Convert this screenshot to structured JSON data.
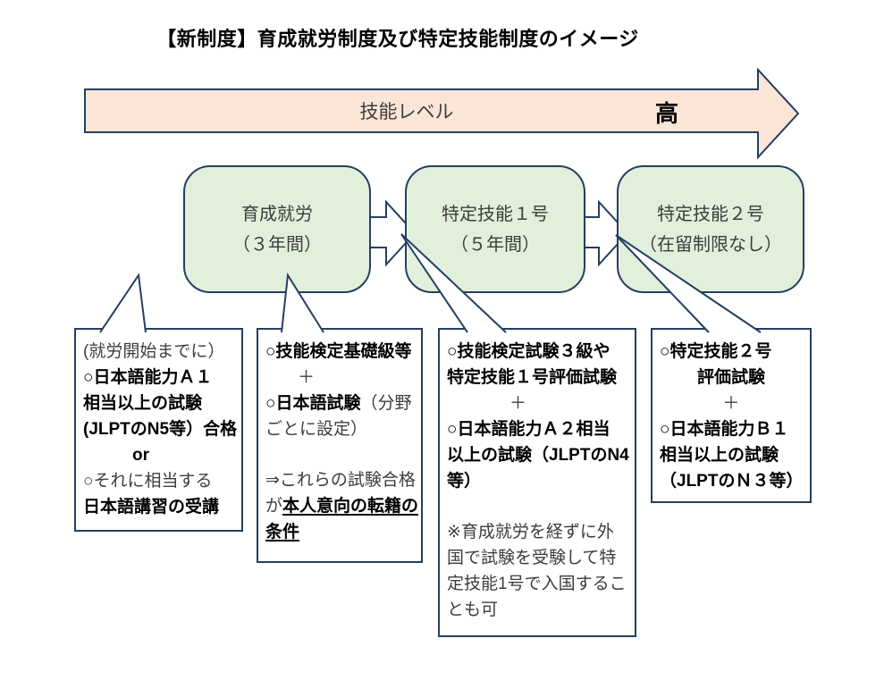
{
  "title": "【新制度】育成就労制度及び特定技能制度のイメージ",
  "skill_arrow": {
    "label": "技能レベル",
    "high": "高"
  },
  "stages": [
    {
      "line1": "育成就労",
      "line2": "（３年間）"
    },
    {
      "line1": "特定技能１号",
      "line2": "（５年間）"
    },
    {
      "line1": "特定技能２号",
      "line2": "（在留制限なし）"
    }
  ],
  "callouts": [
    {
      "name": "就労開始までの日本語要件",
      "lines": [
        {
          "seg": [
            {
              "t": "(就労開始までに）"
            }
          ]
        },
        {
          "seg": [
            {
              "t": "○日本語能力Ａ１",
              "b": true
            }
          ]
        },
        {
          "seg": [
            {
              "t": "相当以上の試験",
              "b": true
            }
          ]
        },
        {
          "seg": [
            {
              "t": "(JLPTのN5等）合格",
              "b": true
            }
          ]
        },
        {
          "cls": "ind55",
          "seg": [
            {
              "t": "or",
              "b": true
            }
          ]
        },
        {
          "seg": [
            {
              "t": "○それに相当する"
            }
          ]
        },
        {
          "seg": [
            {
              "t": "日本語講習の受講",
              "b": true
            }
          ]
        }
      ]
    },
    {
      "name": "転籍条件",
      "lines": [
        {
          "seg": [
            {
              "t": "○技能検定基礎級等",
              "b": true
            }
          ]
        },
        {
          "cls": "ind36",
          "seg": [
            {
              "t": "＋"
            }
          ]
        },
        {
          "seg": [
            {
              "t": "○日本語試験",
              "b": true
            },
            {
              "t": "（分野"
            }
          ]
        },
        {
          "seg": [
            {
              "t": "ごとに設定）"
            }
          ]
        },
        {
          "cls": "gap",
          "seg": [
            {
              "t": "⇒これらの試験合格"
            }
          ]
        },
        {
          "seg": [
            {
              "t": "が"
            },
            {
              "t": "本人意向の転籍の",
              "b": true,
              "u": true
            }
          ]
        },
        {
          "seg": [
            {
              "t": "条件",
              "b": true,
              "u": true
            }
          ]
        }
      ]
    },
    {
      "name": "特定技能1号への移行要件",
      "lines": [
        {
          "seg": [
            {
              "t": "○技能検定試験３級や",
              "b": true
            }
          ]
        },
        {
          "seg": [
            {
              "t": "特定技能１号評価試験",
              "b": true
            }
          ]
        },
        {
          "cls": "ind70",
          "seg": [
            {
              "t": "＋"
            }
          ]
        },
        {
          "seg": [
            {
              "t": "○日本語能力Ａ２相当",
              "b": true
            }
          ]
        },
        {
          "seg": [
            {
              "t": "以上の試験（JLPTのN4",
              "b": true
            }
          ]
        },
        {
          "seg": [
            {
              "t": "等）",
              "b": true
            }
          ]
        },
        {
          "cls": "gap",
          "seg": [
            {
              "t": "※育成就労を経ずに外"
            }
          ]
        },
        {
          "seg": [
            {
              "t": "国で試験を受験して特"
            }
          ]
        },
        {
          "seg": [
            {
              "t": "定技能1号で入国するこ"
            }
          ]
        },
        {
          "seg": [
            {
              "t": "とも可"
            }
          ]
        }
      ]
    },
    {
      "name": "特定技能2号への移行要件",
      "lines": [
        {
          "seg": [
            {
              "t": "○特定技能２号",
              "b": true
            }
          ]
        },
        {
          "cls": "center",
          "seg": [
            {
              "t": "評価試験",
              "b": true
            }
          ]
        },
        {
          "cls": "center",
          "seg": [
            {
              "t": "＋"
            }
          ]
        },
        {
          "seg": [
            {
              "t": "○日本語能力Ｂ１",
              "b": true
            }
          ]
        },
        {
          "seg": [
            {
              "t": "相当以上の試験",
              "b": true
            }
          ]
        },
        {
          "cls": "center",
          "seg": [
            {
              "t": "（JLPTのＮ３等）",
              "b": true
            }
          ]
        }
      ]
    }
  ],
  "colors": {
    "outline": "#243F63",
    "stage_fill": "#E2EFDA",
    "arrow_fill": "#FBE5D6",
    "text": "#3D3D3D",
    "bold_text": "#000000"
  }
}
